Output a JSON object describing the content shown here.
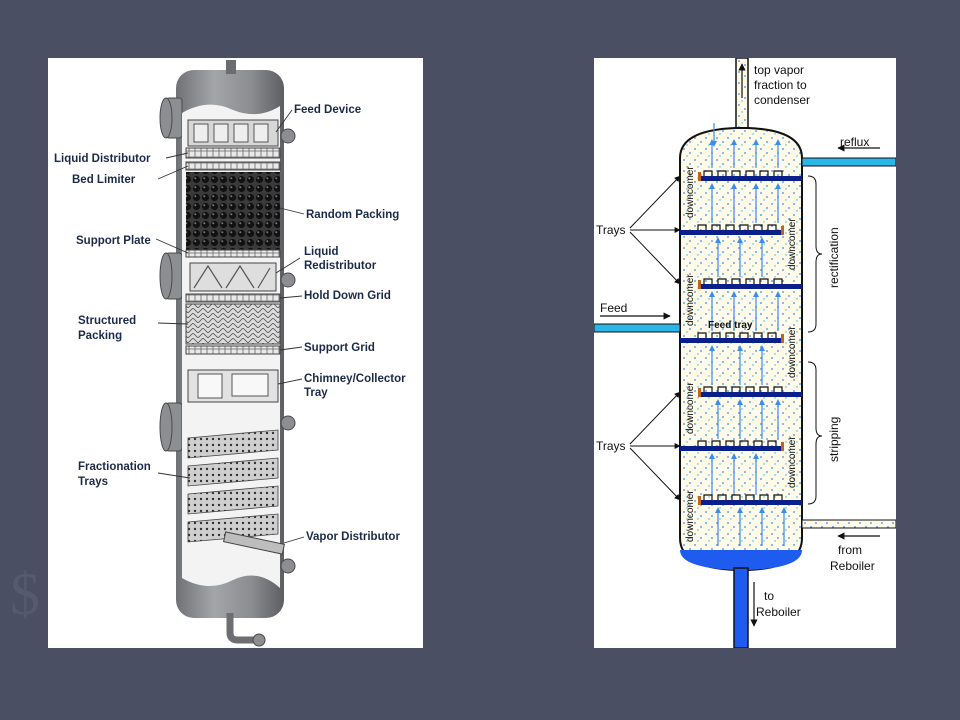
{
  "slide": {
    "background_color": "#4b4f63"
  },
  "packed_column": {
    "labels": {
      "feed_device": "Feed Device",
      "liquid_distributor": "Liquid Distributor",
      "bed_limiter": "Bed Limiter",
      "random_packing": "Random Packing",
      "support_plate": "Support Plate",
      "liquid_redistributor_1": "Liquid",
      "liquid_redistributor_2": "Redistributor",
      "hold_down_grid": "Hold Down Grid",
      "structured_packing_1": "Structured",
      "structured_packing_2": "Packing",
      "support_grid": "Support Grid",
      "chimney_tray_1": "Chimney/Collector",
      "chimney_tray_2": "Tray",
      "fractionation_trays_1": "Fractionation",
      "fractionation_trays_2": "Trays",
      "vapor_distributor": "Vapor Distributor"
    },
    "colors": {
      "shell": "#8f9194",
      "label": "#1c2a4a"
    }
  },
  "tray_column": {
    "labels": {
      "top_vapor_1": "top vapor",
      "top_vapor_2": "fraction to",
      "top_vapor_3": "condenser",
      "reflux": "reflux",
      "trays_upper": "Trays",
      "trays_lower": "Trays",
      "feed": "Feed",
      "feed_tray": "Feed tray",
      "rectification": "rectification",
      "stripping": "stripping",
      "from_reboiler_1": "from",
      "from_reboiler_2": "Reboiler",
      "to_reboiler_1": "to",
      "to_reboiler_2": "Reboiler",
      "downcomer": "downcomer"
    },
    "colors": {
      "liquid": "#1e5cf0",
      "cyan": "#2ab7e8",
      "tray": "#0a1f8a",
      "weir": "#c4621a",
      "vapor": "#3c8cf0"
    }
  }
}
